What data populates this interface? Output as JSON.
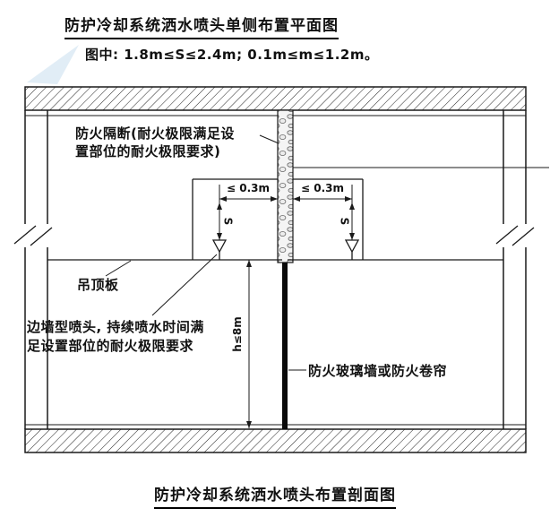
{
  "titles": {
    "top": "防护冷却系统洒水喷头单侧布置平面图",
    "note": "图中: 1.8m≤S≤2.4m;  0.1m≤m≤1.2m。",
    "bottom": "防护冷却系统洒水喷头布置剖面图"
  },
  "annotations": {
    "fire_partition": {
      "line1": "防火隔断(耐火极限满足设",
      "line2": "置部位的耐火极限要求)"
    },
    "ceiling_panel": "吊顶板",
    "sidewall_sprinkler": {
      "line1": "边墙型喷头, 持续喷水时间满",
      "line2": "足设置部位的耐火极限要求"
    },
    "fire_glass_wall": "防火玻璃墙或防火卷帘"
  },
  "dimensions": {
    "left_offset": "≤ 0.3m",
    "right_offset": "≤ 0.3m",
    "spacing_left": "S",
    "spacing_right": "S",
    "height": "h≤8m"
  },
  "colors": {
    "line": "#1a1a1a",
    "fill_black_wall": "#0a0a0a",
    "watermark": "#bcd6eb"
  }
}
